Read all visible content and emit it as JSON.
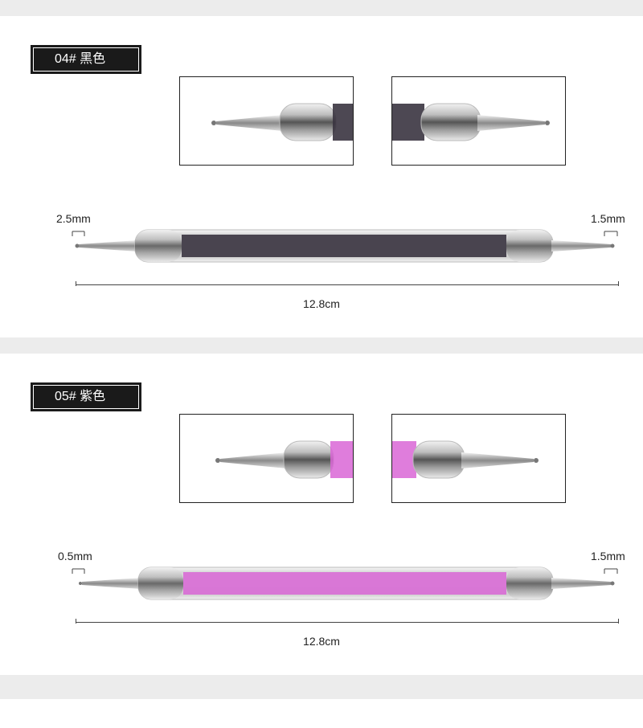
{
  "sections": [
    {
      "label": "04# 黑色",
      "left_tip": "2.5mm",
      "right_tip": "1.5mm",
      "length": "12.8cm",
      "fill_color": "#3a3440"
    },
    {
      "label": "05# 紫色",
      "left_tip": "0.5mm",
      "right_tip": "1.5mm",
      "length": "12.8cm",
      "fill_color": "#d966d6"
    }
  ]
}
